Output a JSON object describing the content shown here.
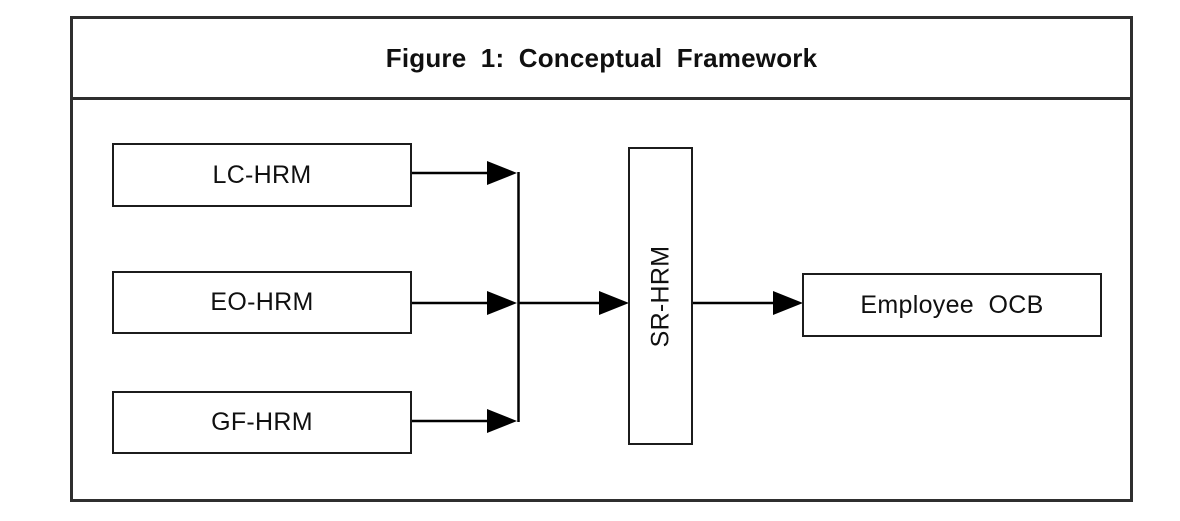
{
  "figure": {
    "title": "Figure 1: Conceptual Framework",
    "nodes": {
      "lc": {
        "label": "LC-HRM"
      },
      "eo": {
        "label": "EO-HRM"
      },
      "gf": {
        "label": "GF-HRM"
      },
      "sr": {
        "label": "SR-HRM"
      },
      "ocb": {
        "label": "Employee  OCB"
      }
    },
    "edges": [
      {
        "from": "LC-HRM",
        "to": "SR-HRM",
        "arrow": true
      },
      {
        "from": "EO-HRM",
        "to": "SR-HRM",
        "arrow": true
      },
      {
        "from": "GF-HRM",
        "to": "SR-HRM",
        "arrow": true
      },
      {
        "from": "SR-HRM",
        "to": "Employee  OCB",
        "arrow": true
      }
    ]
  },
  "colors": {
    "background": "#ffffff",
    "frame_border": "#2f2f2f",
    "box_border": "#1c1c1c",
    "connector": "#000000",
    "text": "#101010"
  }
}
